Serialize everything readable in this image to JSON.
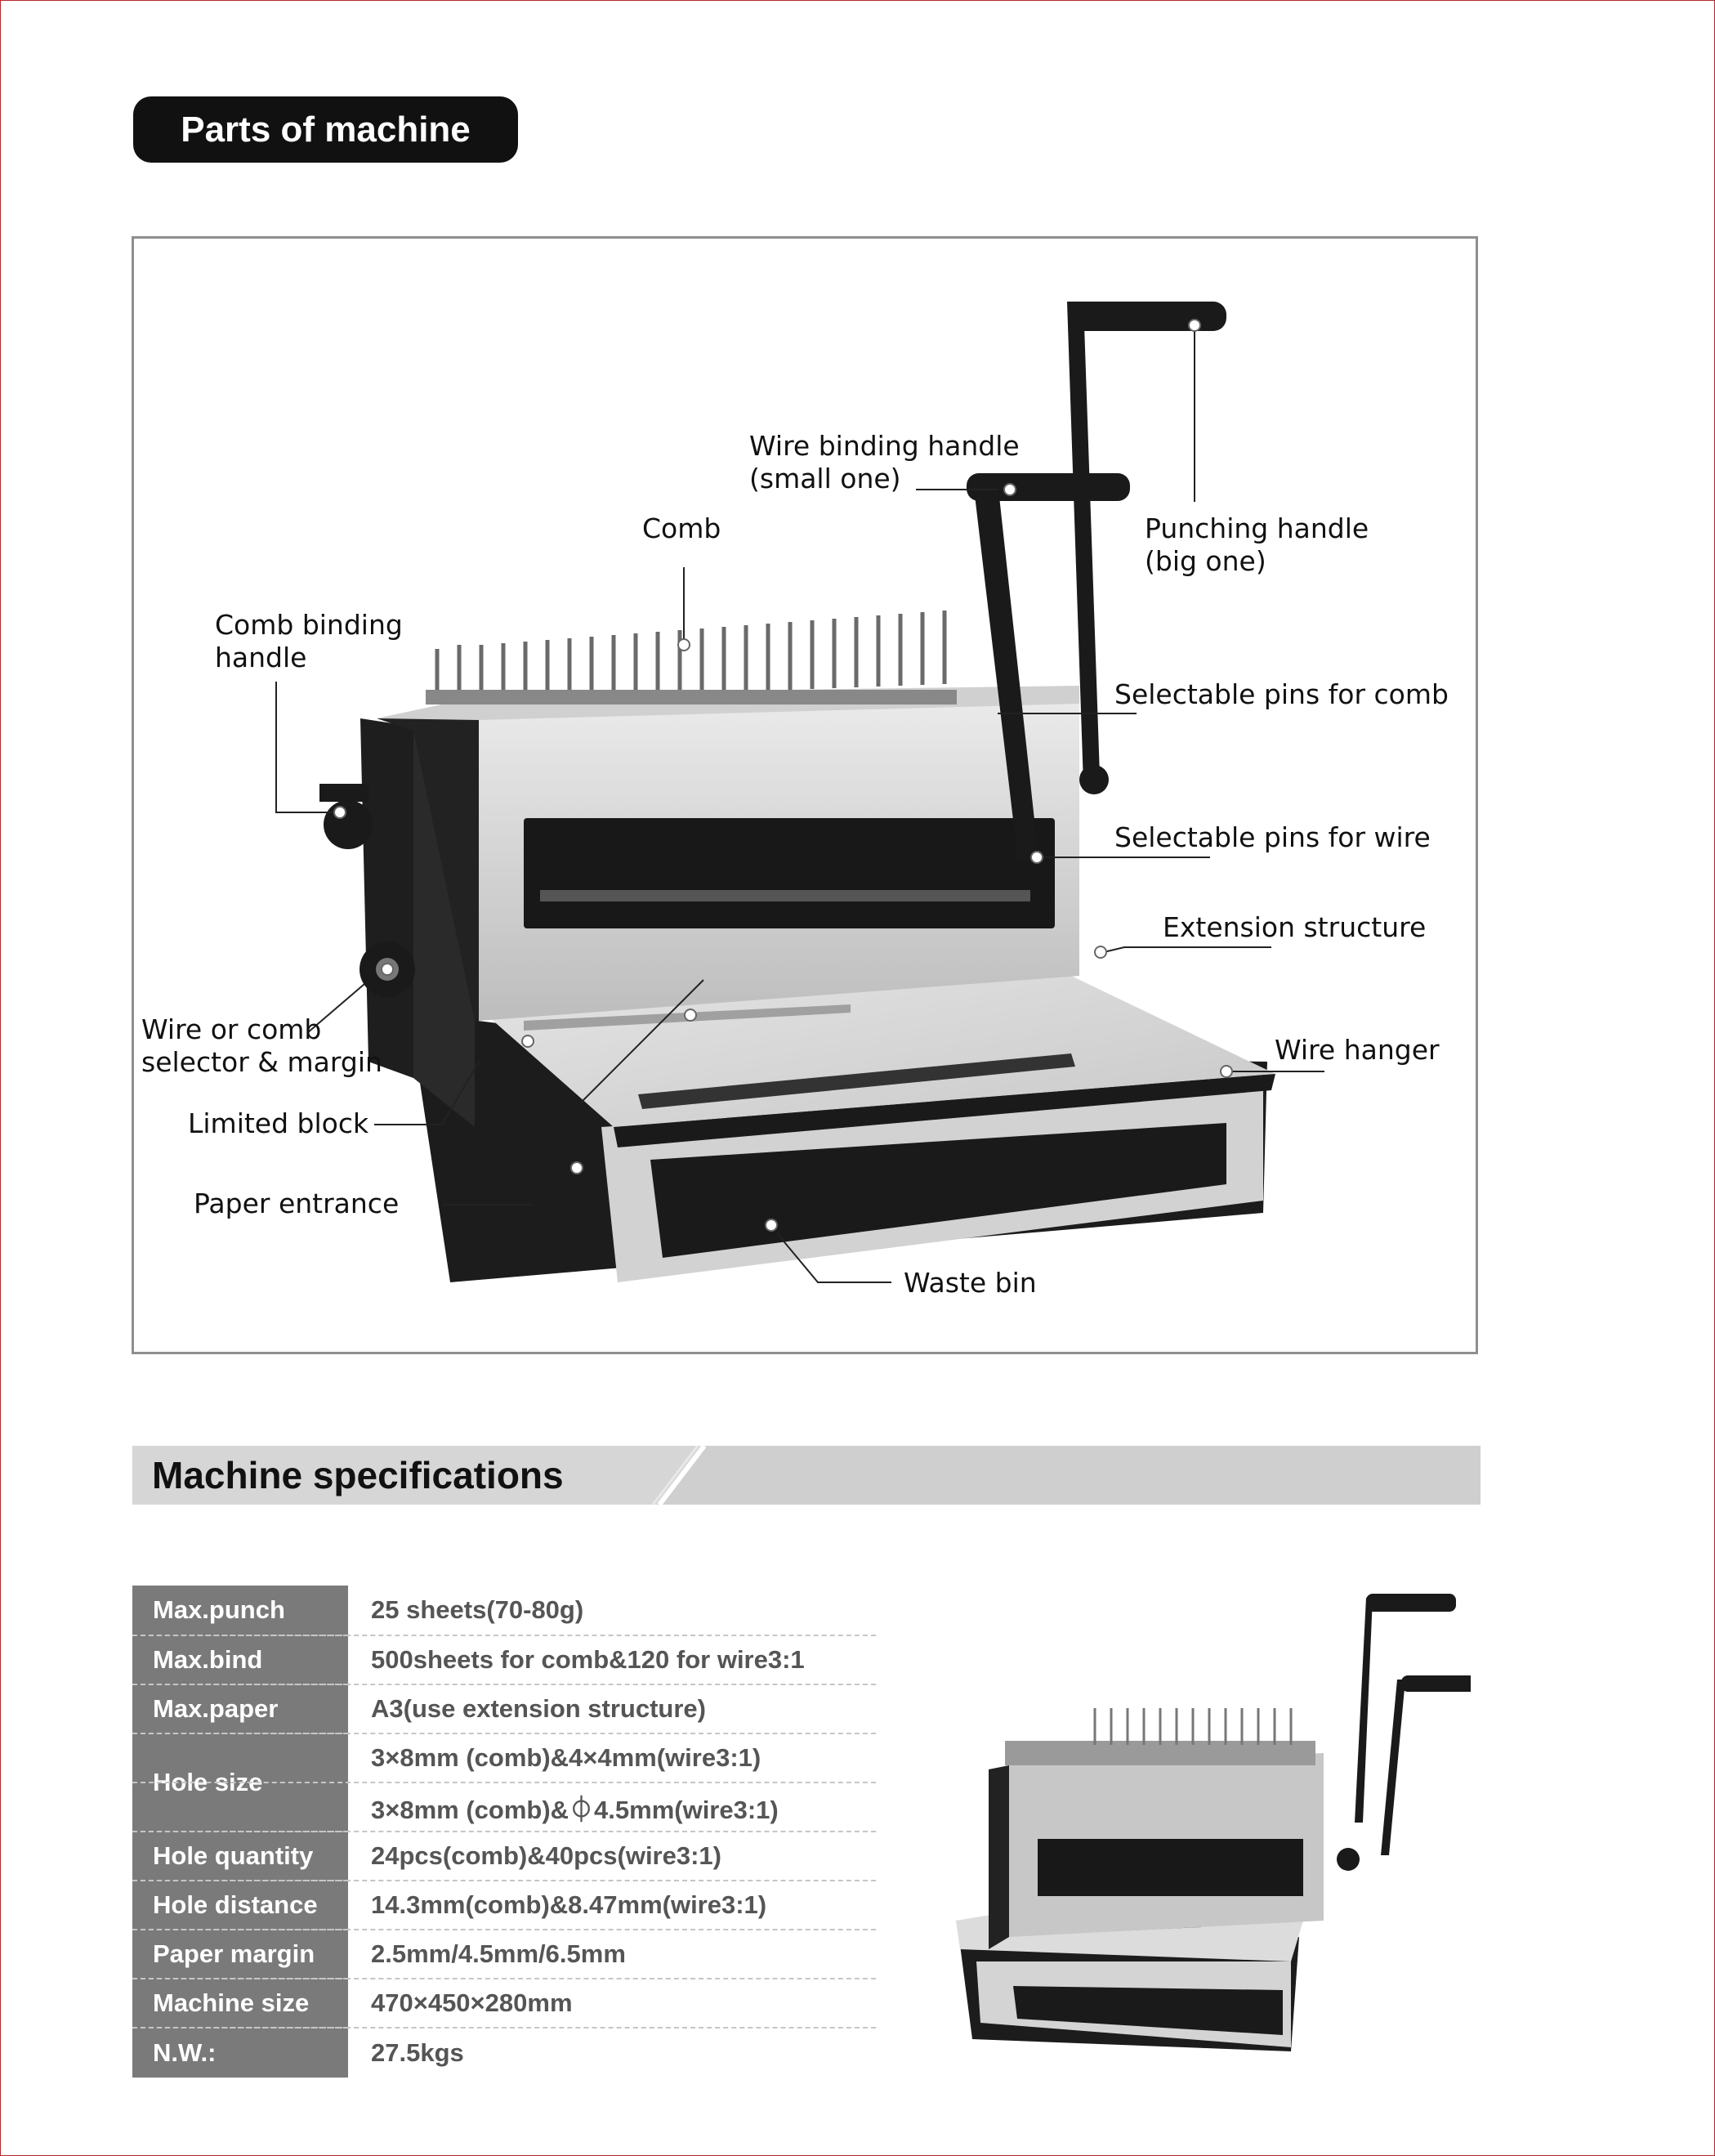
{
  "parts_section": {
    "title": "Parts of machine"
  },
  "callouts": {
    "wire_binding_handle": [
      "Wire binding handle",
      "(small one)"
    ],
    "comb": "Comb",
    "punching_handle": [
      "Punching handle",
      "(big one)"
    ],
    "comb_binding_handle": [
      "Comb binding",
      "handle"
    ],
    "selectable_pins_comb": "Selectable pins for comb",
    "selectable_pins_wire": "Selectable pins for wire",
    "extension_structure": "Extension structure",
    "wire_selector": [
      "Wire or comb",
      "selector & margin"
    ],
    "wire_hanger": "Wire hanger",
    "limited_block": "Limited block",
    "paper_entrance": "Paper entrance",
    "waste_bin": "Waste bin"
  },
  "specs_section": {
    "title": "Machine specifications",
    "rows": [
      {
        "label": "Max.punch",
        "values": [
          "25 sheets(70-80g)"
        ]
      },
      {
        "label": "Max.bind",
        "values": [
          "500sheets for comb&120 for wire3:1"
        ]
      },
      {
        "label": "Max.paper",
        "values": [
          "A3(use extension structure)"
        ]
      },
      {
        "label": "Hole size",
        "values": [
          "3×8mm (comb)&4×4mm(wire3:1)",
          "3×8mm (comb)&⏀4.5mm(wire3:1)"
        ]
      },
      {
        "label": "Hole quantity",
        "values": [
          "24pcs(comb)&40pcs(wire3:1)"
        ]
      },
      {
        "label": "Hole distance",
        "values": [
          "14.3mm(comb)&8.47mm(wire3:1)"
        ]
      },
      {
        "label": "Paper margin",
        "values": [
          "2.5mm/4.5mm/6.5mm"
        ]
      },
      {
        "label": "Machine size",
        "values": [
          "470×450×280mm"
        ]
      },
      {
        "label": "N.W.:",
        "values": [
          "27.5kgs"
        ]
      }
    ]
  },
  "colors": {
    "frame": "#b3262d",
    "label_bg": "#7a7a7a",
    "header_bg": "#d6d6d6",
    "pill_bg": "#111111"
  }
}
